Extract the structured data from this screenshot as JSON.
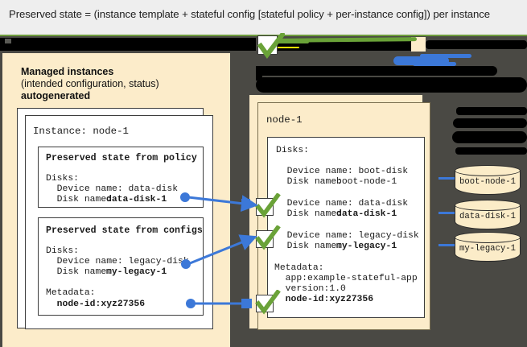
{
  "caption": {
    "text": "Preserved state = (instance template + stateful config [stateful policy + per-instance config]) per instance"
  },
  "colors": {
    "header_bg": "#eeeeee",
    "workspace_bg": "#4a4944",
    "panel_cream": "#fcecca",
    "accent_blue": "#3c78d8",
    "check_green": "#6aa238",
    "redaction": "#000000"
  },
  "left_panel": {
    "title": "Managed instances",
    "subtitle": "(intended configuration, status)",
    "note": "autogenerated",
    "instance_card": {
      "heading": "Instance: node-1",
      "policy_box": {
        "title": "Preserved state from policy",
        "lines": [
          {
            "text": "Disks:",
            "bold": false
          },
          {
            "text": "  Device name: data-disk",
            "bold": false
          },
          {
            "text": "  Disk name: ",
            "bold": false,
            "value": "data-disk-1"
          }
        ],
        "disks_label": "Disks:",
        "device_name_line": "  Device name: data-disk",
        "disk_name_prefix": "  Disk name: ",
        "disk_name_value": "data-disk-1"
      },
      "configs_box": {
        "title": "Preserved state from configs",
        "disks_label": "Disks:",
        "device_name_line": "  Device name: legacy-disk",
        "disk_name_prefix": "  Disk name: ",
        "disk_name_value": "my-legacy-1",
        "metadata_label": "Metadata:",
        "metadata_value": "  node-id:xyz27356"
      }
    }
  },
  "right_panel": {
    "instance_name": "node-1",
    "disks_label": "Disks:",
    "entries": [
      {
        "device": "  Device name: boot-disk",
        "disk_prefix": "  Disk name: ",
        "disk_value": "boot-node-1",
        "bold_value": false,
        "checked": false
      },
      {
        "device": "  Device name: data-disk",
        "disk_prefix": "  Disk name: ",
        "disk_value": "data-disk-1",
        "bold_value": true,
        "checked": true
      },
      {
        "device": "  Device name: legacy-disk",
        "disk_prefix": "  Disk name: ",
        "disk_value": "my-legacy-1",
        "bold_value": true,
        "checked": true
      }
    ],
    "metadata_label": "Metadata:",
    "metadata_lines": [
      "  app:example-stateful-app",
      "  version:1.0"
    ],
    "metadata_bold_line": "  node-id:xyz27356"
  },
  "disks": [
    {
      "label": "boot-node-1"
    },
    {
      "label": "data-disk-1"
    },
    {
      "label": "my-legacy-1"
    }
  ],
  "icons": {
    "check": "check-mark-icon",
    "disk": "disk-cylinder-icon"
  }
}
